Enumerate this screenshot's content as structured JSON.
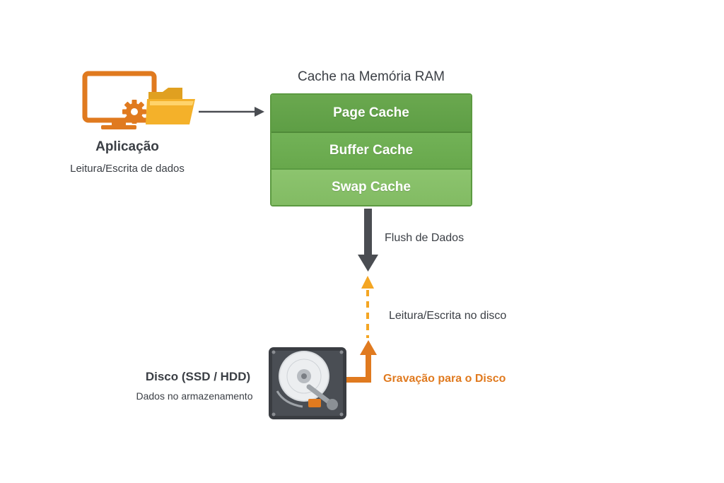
{
  "application": {
    "title": "Aplicação",
    "subtitle": "Leitura/Escrita de dados",
    "icons": [
      "monitor-icon",
      "gear-icon",
      "folder-icon"
    ]
  },
  "cache": {
    "title": "Cache na Memória RAM",
    "layers": [
      {
        "label": "Page Cache"
      },
      {
        "label": "Buffer Cache"
      },
      {
        "label": "Swap Cache"
      }
    ]
  },
  "flows": {
    "flush_label": "Flush de Dados",
    "disk_rw_label": "Leitura/Escrita no disco",
    "write_label": "Gravação para o Disco"
  },
  "disk": {
    "title": "Disco (SSD / HDD)",
    "subtitle": "Dados no armazenamento",
    "icon": "hard-drive-icon"
  },
  "colors": {
    "green": "#6aa84f",
    "orange": "#e07a1f",
    "folder_yellow": "#f4b12a",
    "arrow_gray": "#4a4d52"
  }
}
